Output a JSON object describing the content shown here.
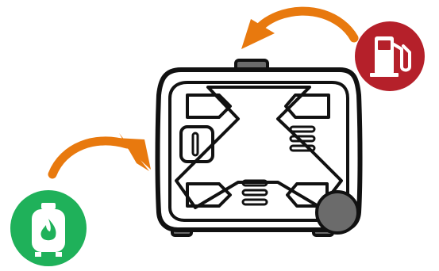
{
  "diagram": {
    "subject": "dual-fuel-inverter-generator",
    "fuel_sources": [
      {
        "name": "gasoline",
        "icon": "fuel-pump-icon",
        "color": "#b5202a"
      },
      {
        "name": "propane",
        "icon": "propane-tank-icon",
        "color": "#1fb15a"
      }
    ],
    "arrow_color": "#e8790e",
    "outline_color": "#111111",
    "wheel_color": "#6b6b6b",
    "foot_color": "#6b6b6b"
  }
}
